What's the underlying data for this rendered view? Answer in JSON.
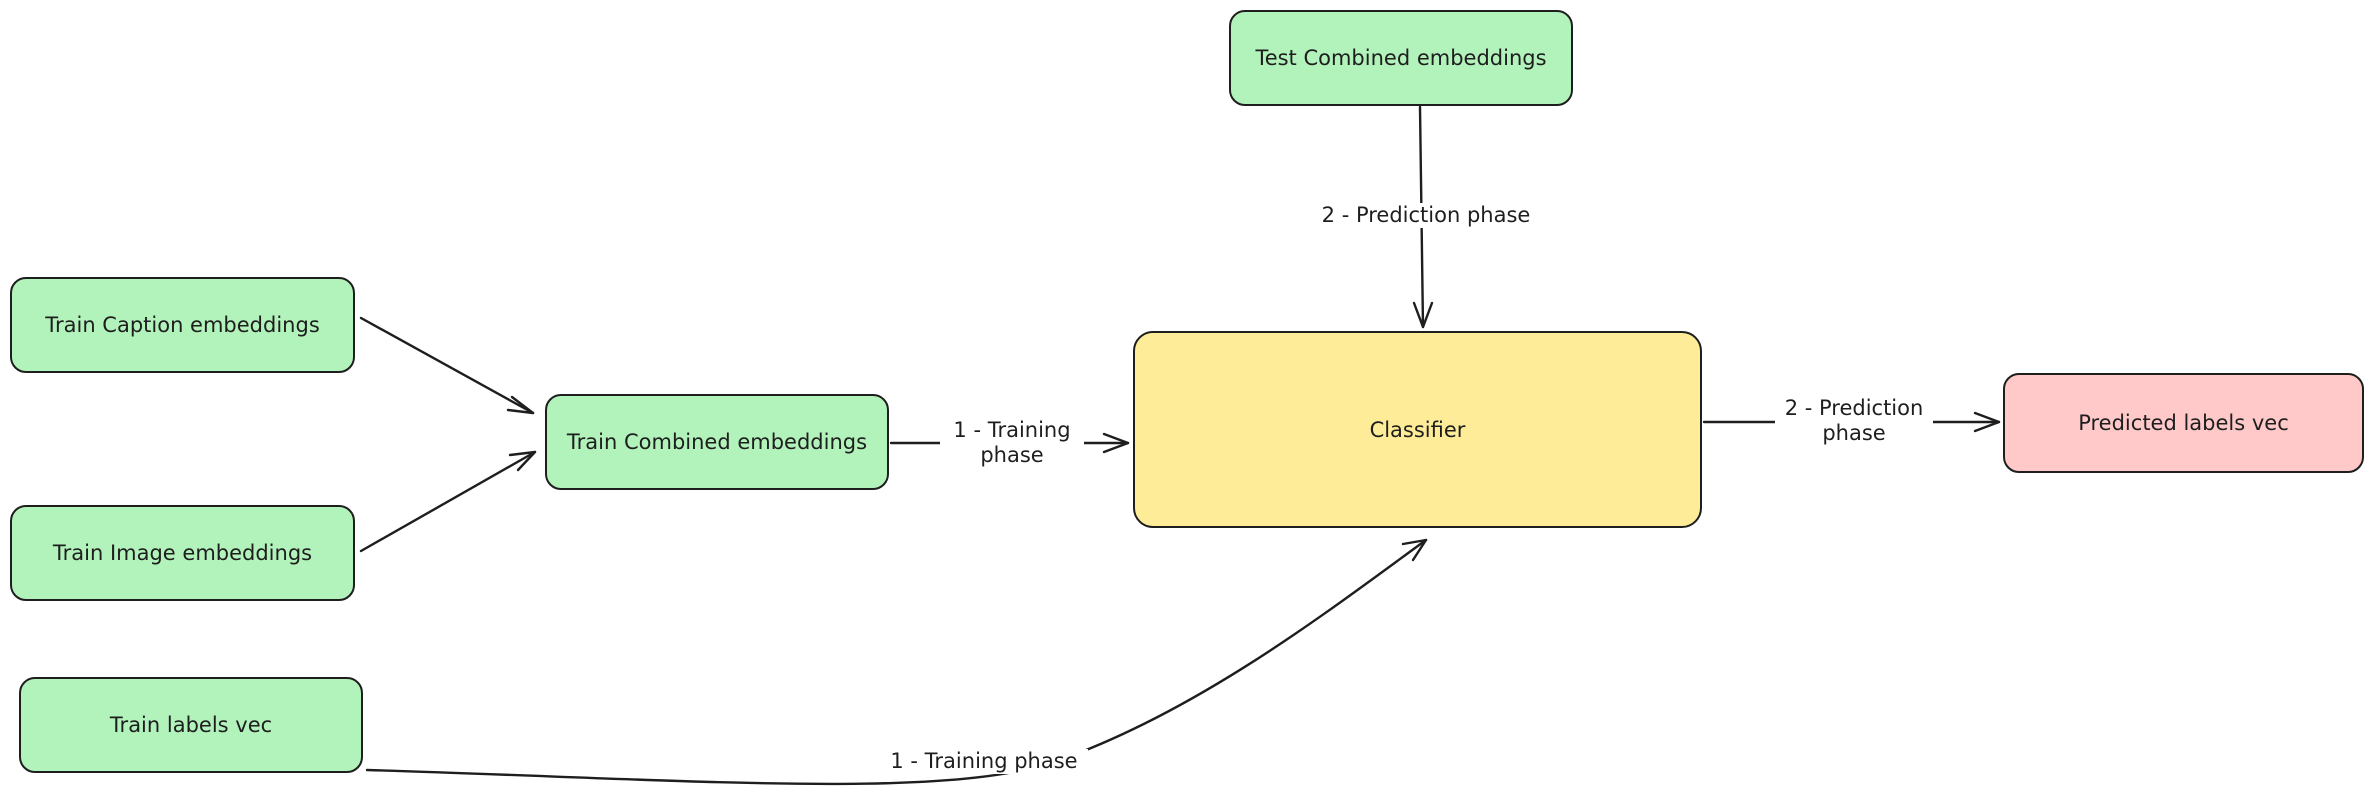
{
  "nodes": {
    "test_combined": "Test Combined embeddings",
    "train_caption": "Train Caption embeddings",
    "train_image": "Train Image embeddings",
    "train_combined": "Train Combined embeddings",
    "train_labels": "Train labels vec",
    "classifier": "Classifier",
    "predicted_labels": "Predicted labels vec"
  },
  "edge_labels": {
    "test_to_classifier": "2 - Prediction phase",
    "combined_to_classifier": "1 - Training\nphase",
    "classifier_to_predicted": "2 - Prediction\nphase",
    "labels_to_classifier": "1 - Training phase"
  },
  "colors": {
    "green": "#b2f2bb",
    "yellow": "#ffec99",
    "pink": "#ffc9c9",
    "stroke": "#1e1e1e"
  }
}
